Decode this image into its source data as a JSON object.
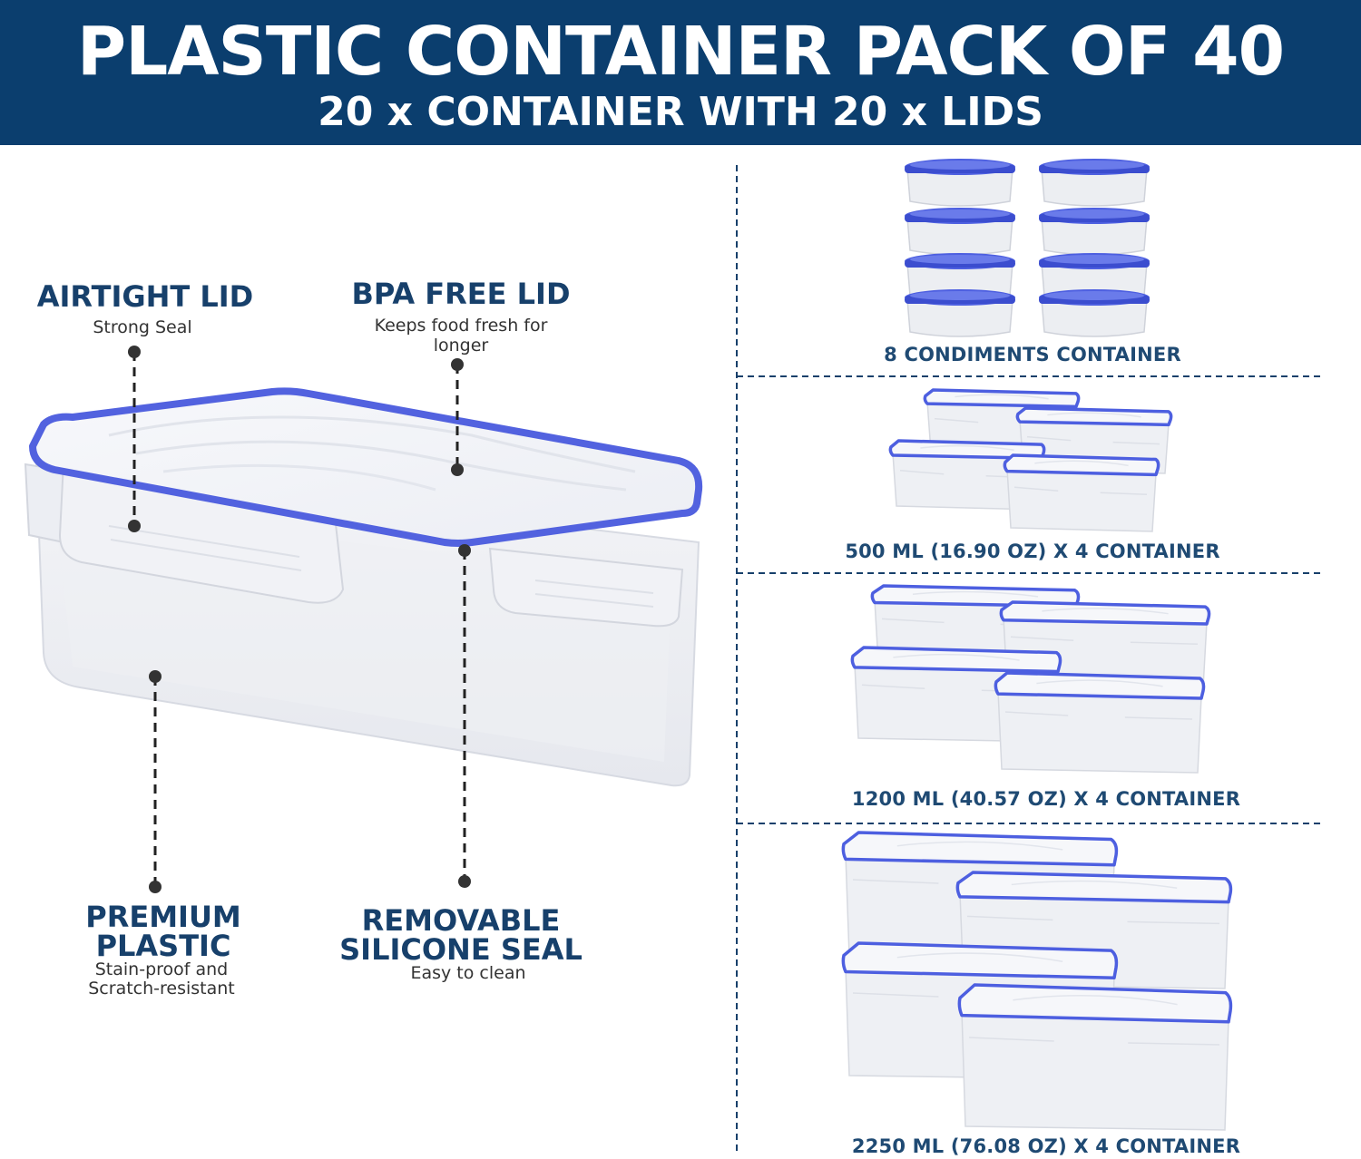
{
  "colors": {
    "banner": "#0b3e6e",
    "heading": "#17406b",
    "body_text": "#333333",
    "caption": "#1f4a73",
    "lid_blue": "#4d5fe0",
    "leader_line": "#222222"
  },
  "banner": {
    "title": "PLASTIC CONTAINER PACK OF 40",
    "subtitle": "20 x CONTAINER WITH 20 x LIDS"
  },
  "features": {
    "airtight": {
      "title": "AIRTIGHT LID",
      "sub": "Strong Seal"
    },
    "bpa": {
      "title": "BPA FREE LID",
      "sub": "Keeps food fresh for longer"
    },
    "premium": {
      "title_line1": "PREMIUM",
      "title_line2": "PLASTIC",
      "sub_line1": "Stain-proof and",
      "sub_line2": "Scratch-resistant"
    },
    "seal": {
      "title_line1": "REMOVABLE",
      "title_line2": "SILICONE SEAL",
      "sub": "Easy to clean"
    }
  },
  "sets": [
    {
      "caption": "8 CONDIMENTS CONTAINER",
      "icon": "round-condiment-container-icon"
    },
    {
      "caption": "500 ML (16.90 OZ) X 4 CONTAINER",
      "icon": "small-rectangular-container-icon"
    },
    {
      "caption": "1200 ML (40.57 OZ) X 4 CONTAINER",
      "icon": "medium-rectangular-container-icon"
    },
    {
      "caption": "2250 ML (76.08 OZ) X 4 CONTAINER",
      "icon": "large-rectangular-container-icon"
    }
  ]
}
